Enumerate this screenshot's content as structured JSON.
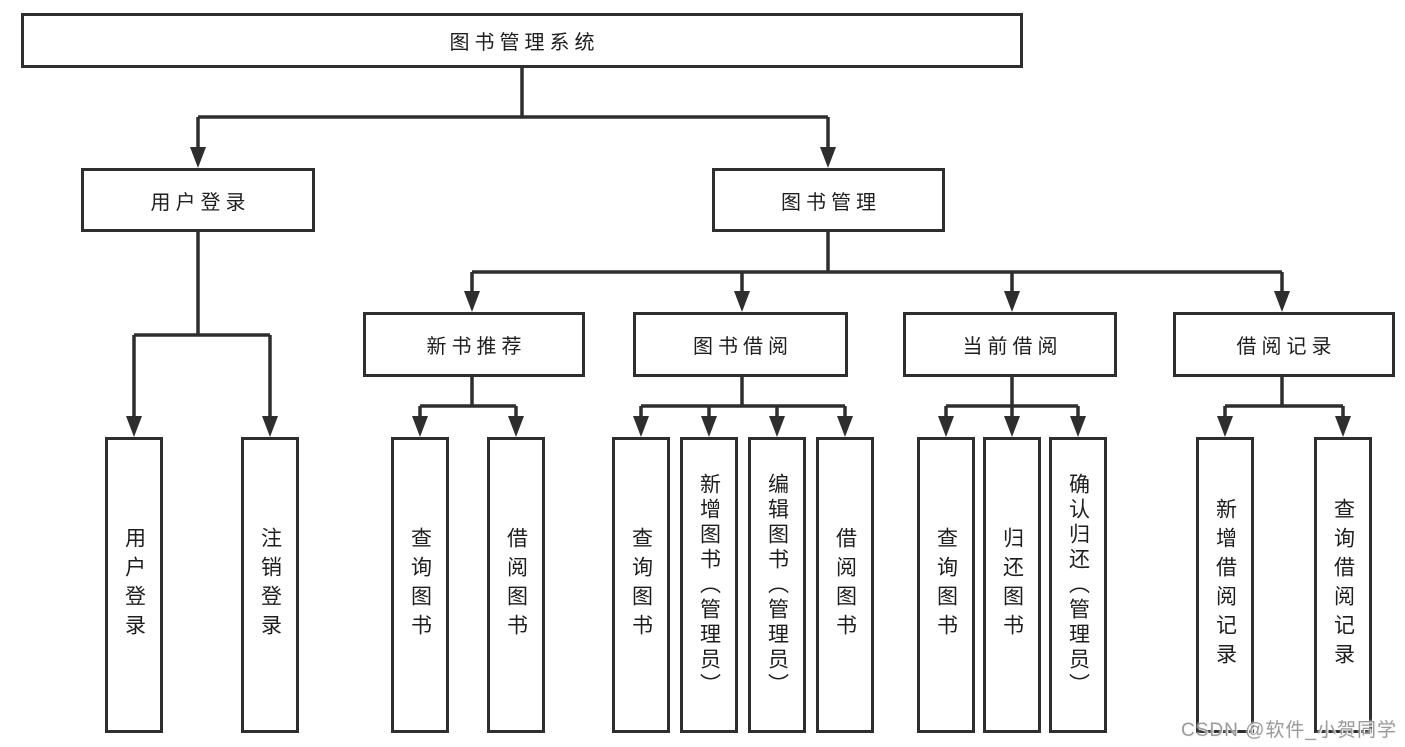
{
  "diagram": {
    "root": "图书管理系统",
    "branches": [
      {
        "label": "用户登录",
        "children": [
          "用户登录",
          "注销登录"
        ]
      },
      {
        "label": "图书管理",
        "children": [
          {
            "label": "新书推荐",
            "children": [
              "查询图书",
              "借阅图书"
            ]
          },
          {
            "label": "图书借阅",
            "children": [
              "查询图书",
              "新增图书（管理员）",
              "编辑图书（管理员）",
              "借阅图书"
            ]
          },
          {
            "label": "当前借阅",
            "children": [
              "查询图书",
              "归还图书",
              "确认归还（管理员）"
            ]
          },
          {
            "label": "借阅记录",
            "children": [
              "新增借阅记录",
              "查询借阅记录"
            ]
          }
        ]
      }
    ]
  },
  "watermark": "CSDN @软件_小贺同学",
  "colors": {
    "line": "#2e2e2e",
    "text": "#1e1e1e",
    "watermark": "#9b9b9b",
    "background": "#ffffff"
  }
}
